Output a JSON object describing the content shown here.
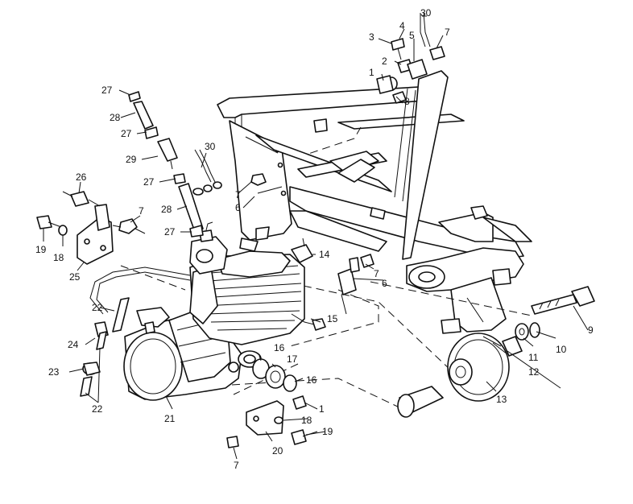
{
  "diagram": {
    "callouts": [
      "1",
      "2",
      "3",
      "4",
      "5",
      "6",
      "7",
      "8",
      "9",
      "10",
      "11",
      "12",
      "13",
      "14",
      "15",
      "16",
      "17",
      "18",
      "19",
      "20",
      "21",
      "22",
      "23",
      "24",
      "25",
      "26",
      "27",
      "28",
      "29",
      "30"
    ]
  }
}
